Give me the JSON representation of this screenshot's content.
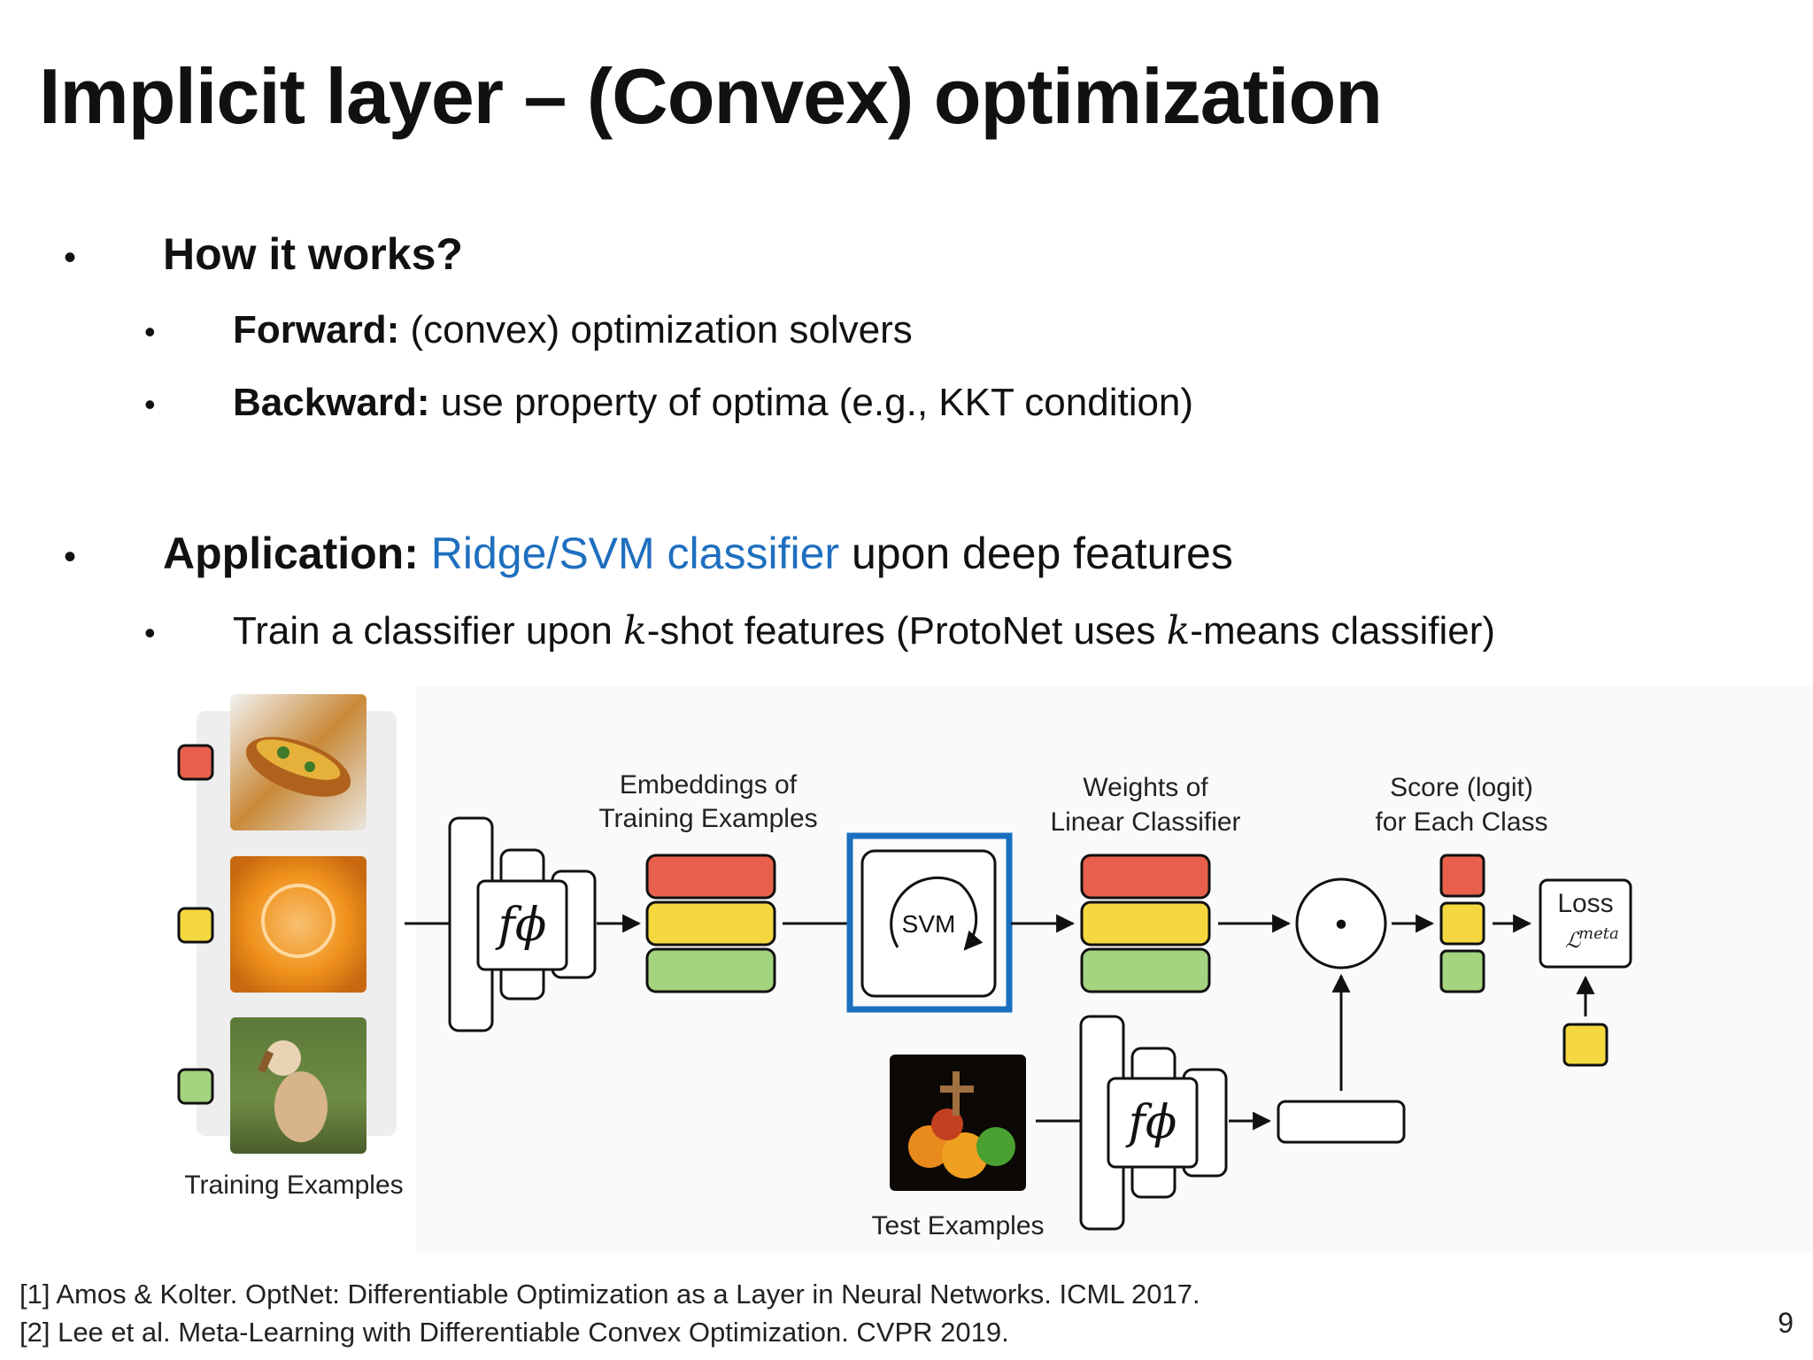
{
  "slide": {
    "title": "Implicit layer – (Convex) optimization",
    "page_number": "9"
  },
  "bullets": {
    "how_heading": "How it works?",
    "forward_label": "Forward:",
    "forward_text": " (convex) optimization solvers",
    "backward_label": "Backward:",
    "backward_text": " use property of optima (e.g., KKT condition)",
    "app_label": "Application:",
    "app_highlight": "Ridge/SVM classifier",
    "app_text": " upon deep features",
    "train_text_1": "Train a classifier upon ",
    "train_k1": "k",
    "train_text_2": "-shot features (ProtoNet uses ",
    "train_k2": "k",
    "train_text_3": "-means classifier)"
  },
  "diagram": {
    "training_examples_label": "Training Examples",
    "test_examples_label": "Test Examples",
    "embeddings_label_1": "Embeddings of",
    "embeddings_label_2": "Training Examples",
    "weights_label_1": "Weights of",
    "weights_label_2": "Linear Classifier",
    "score_label_1": "Score (logit)",
    "score_label_2": "for Each Class",
    "svm_label": "SVM",
    "f_phi": "fϕ",
    "loss_label": "Loss",
    "loss_symbol": "ℒ",
    "loss_superscript": "meta",
    "dot_symbol": "•",
    "class_colors": [
      "#e8604c",
      "#f5d83f",
      "#a4d47f"
    ],
    "highlight_color": "#1a6fbf"
  },
  "references": [
    "[1] Amos & Kolter. OptNet: Differentiable Optimization as a Layer in Neural Networks. ICML 2017.",
    "[2] Lee et al. Meta-Learning with Differentiable Convex Optimization. CVPR 2019."
  ]
}
